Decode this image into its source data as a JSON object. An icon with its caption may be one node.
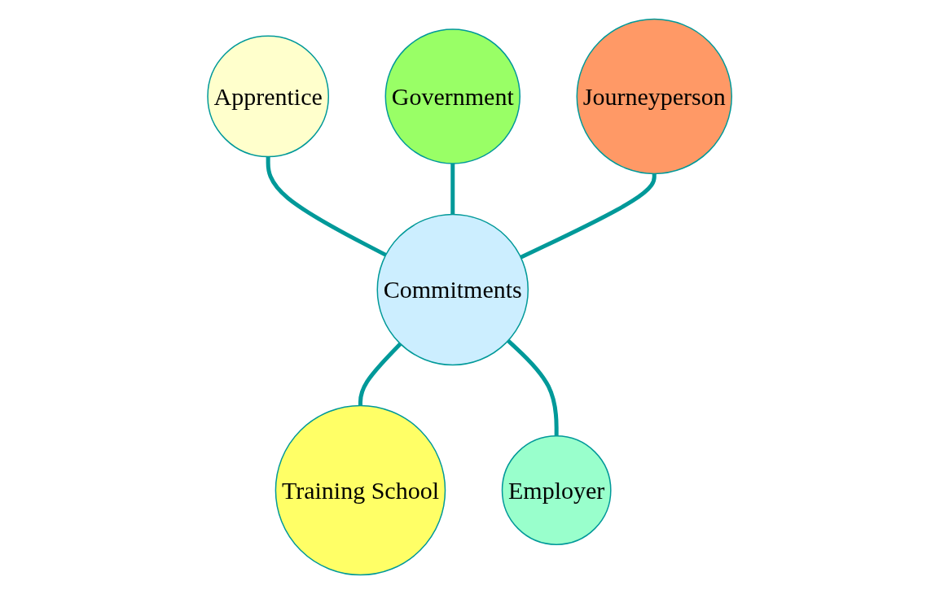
{
  "diagram": {
    "nodes": [
      {
        "text": [
          "Apprentice"
        ]
      },
      {
        "text": [
          "Government"
        ]
      },
      {
        "text": [
          "Journeyperson"
        ]
      },
      {
        "text": [
          "Commitments"
        ]
      },
      {
        "text": [
          "Training School"
        ]
      },
      {
        "text": [
          "Employer"
        ]
      }
    ],
    "edges": [
      {
        "from": 0,
        "to": 3,
        "arrow": "none"
      },
      {
        "from": 1,
        "to": 3,
        "arrow": "none"
      },
      {
        "from": 2,
        "to": 3,
        "arrow": "none"
      },
      {
        "from": 3,
        "to": 4,
        "arrow": "none"
      },
      {
        "from": 3,
        "to": 5,
        "arrow": "none"
      }
    ]
  }
}
